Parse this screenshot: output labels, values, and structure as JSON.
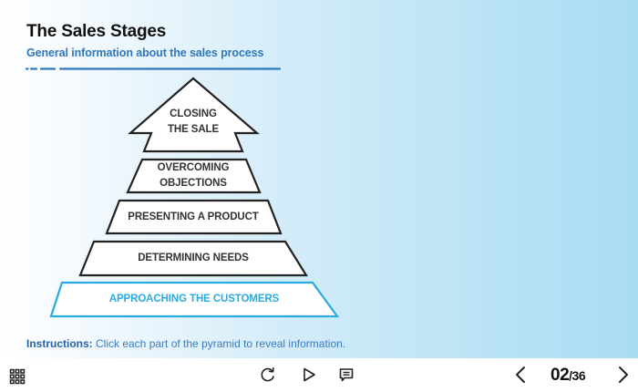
{
  "header": {
    "title": "The Sales Stages",
    "subtitle": "General information about the sales process"
  },
  "pyramid": {
    "active_color": "#29abe2",
    "outline_color": "#222222",
    "tiers": [
      {
        "id": "closing",
        "line1": "CLOSING",
        "line2": "THE SALE",
        "active": false
      },
      {
        "id": "overcoming",
        "line1": "OVERCOMING",
        "line2": "OBJECTIONS",
        "active": false
      },
      {
        "id": "presenting",
        "line1": "PRESENTING A PRODUCT",
        "active": false
      },
      {
        "id": "determining",
        "line1": "DETERMINING NEEDS",
        "active": false
      },
      {
        "id": "approaching",
        "line1": "APPROACHING THE CUSTOMERS",
        "active": true
      }
    ]
  },
  "instructions": {
    "label": "Instructions:",
    "text": " Click each part of the pyramid to reveal information."
  },
  "toolbar": {
    "menu_icon": "grid-icon",
    "replay_icon": "replay-icon",
    "play_icon": "play-icon",
    "notes_icon": "comment-icon",
    "prev_icon": "chevron-left-icon",
    "next_icon": "chevron-right-icon",
    "current_page": "02",
    "total_pages": "/36"
  }
}
